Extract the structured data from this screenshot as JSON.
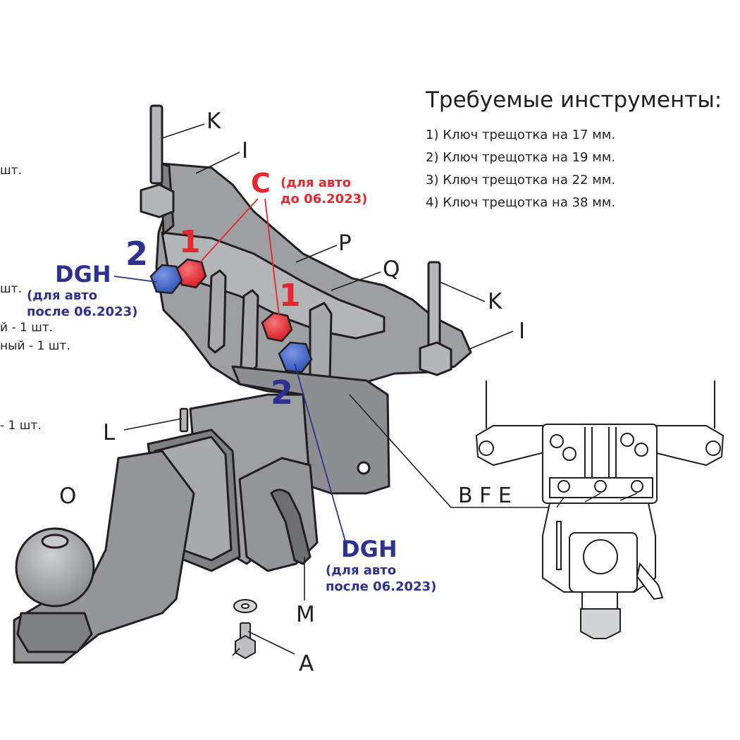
{
  "tools": {
    "title": "Требуемые инструменты:",
    "items": [
      "1) Ключ трещотка на 17 мм.",
      "2) Ключ трещотка на 19 мм.",
      "3) Ключ трещотка на 22 мм.",
      "4) Ключ трещотка на 38 мм."
    ]
  },
  "left_fragments": [
    "шт.",
    "шт.",
    "й - 1 шт.",
    "ный - 1 шт.",
    "- 1 шт."
  ],
  "callouts": {
    "K_top": "K",
    "I_top": "I",
    "P": "P",
    "Q": "Q",
    "K_right": "K",
    "I_right": "I",
    "L": "L",
    "O": "O",
    "M": "M",
    "A": "A"
  },
  "red_labels": {
    "C": "C",
    "note_line1": "(для авто",
    "note_line2": "до 06.2023)",
    "one_left": "1",
    "one_right": "1"
  },
  "blue_labels": {
    "two_top": "2",
    "DGH_left": "DGH",
    "note_left_line1": "(для авто",
    "note_left_line2": "после 06.2023)",
    "two_bottom": "2",
    "DGH_bottom": "DGH",
    "note_bottom_line1": "(для авто",
    "note_bottom_line2": "после 06.2023)"
  },
  "inset": {
    "label": "B F E"
  },
  "colors": {
    "red": "#e8262d",
    "blue": "#2e3192",
    "blue_bolt": "#3b5fc4",
    "part_fill": "#9d9fa2",
    "outline": "#231f20"
  }
}
